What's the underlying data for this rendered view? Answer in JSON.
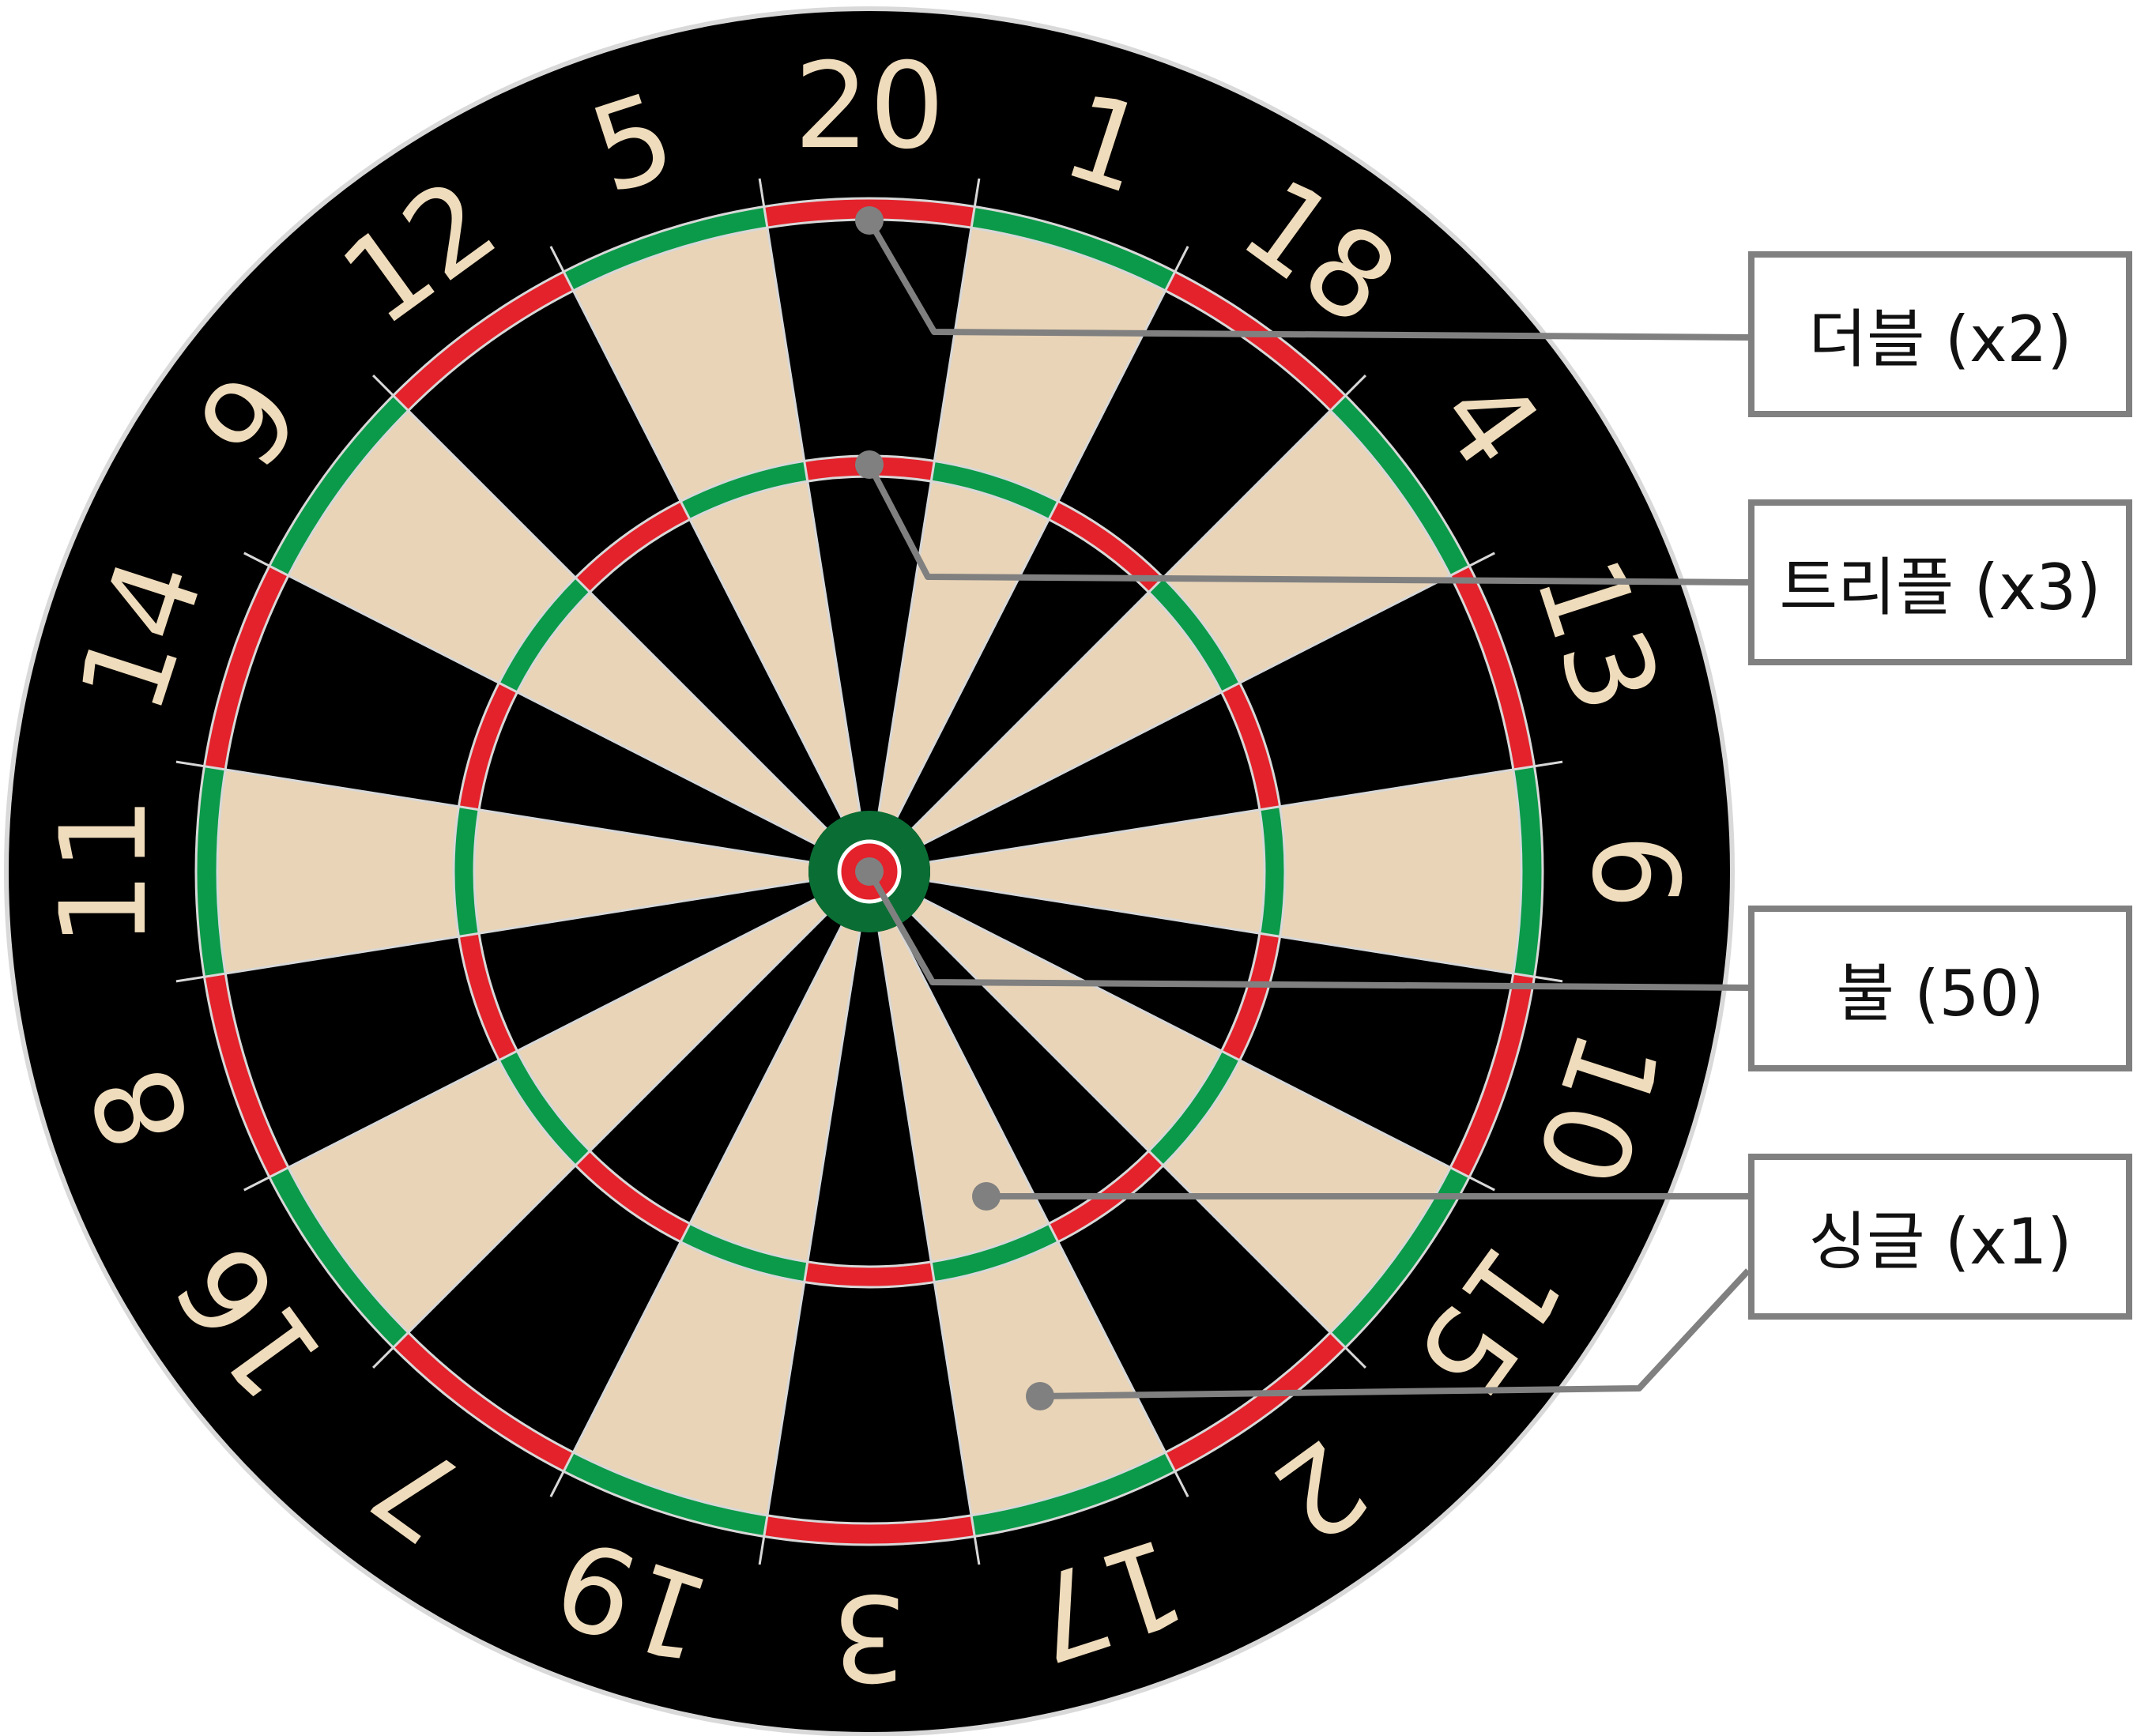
{
  "dartboard": {
    "numbers": [
      "20",
      "1",
      "18",
      "4",
      "13",
      "6",
      "10",
      "15",
      "2",
      "17",
      "3",
      "19",
      "7",
      "16",
      "8",
      "11",
      "14",
      "9",
      "12",
      "5"
    ],
    "colors": {
      "board_black": "#000000",
      "board_cream": "#e9d4b7",
      "ring_red": "#e3222b",
      "ring_green": "#0b9a49",
      "ring_green_dark": "#0a6e34",
      "wire": "#d8d8d8",
      "number_text": "#efdcbc",
      "leader": "#808080"
    }
  },
  "labels": {
    "double": "더블 (x2)",
    "triple": "트리플 (x3)",
    "bull": "불 (50)",
    "single": "싱글 (x1)"
  }
}
